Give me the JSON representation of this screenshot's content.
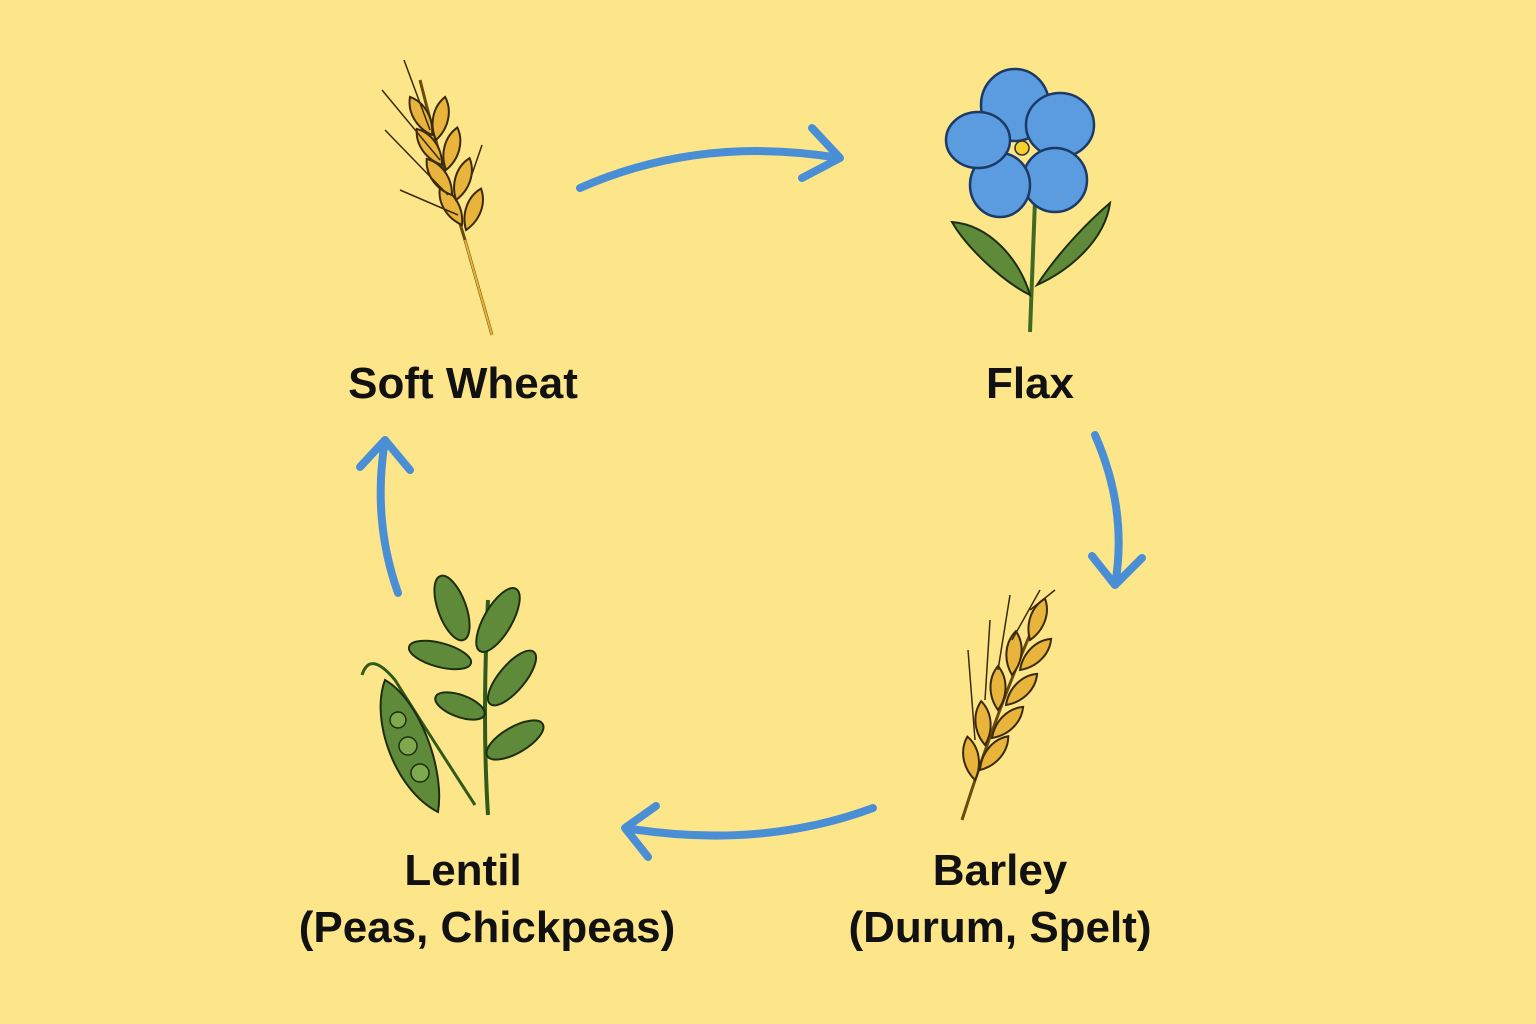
{
  "title": "Crop Rotation Cycle",
  "colors": {
    "background": "#FDE68A",
    "arrow": "#4A8FD6",
    "grain": "#E8B43C",
    "leaf": "#5E8A3A",
    "flower": "#5B9BE0"
  },
  "stages": [
    {
      "name": "Soft Wheat",
      "icon": "wheat-icon"
    },
    {
      "name": "Flax",
      "icon": "flax-flower-icon"
    },
    {
      "name": "Barley",
      "subtitle": "(Durum, Spelt)",
      "icon": "barley-icon"
    },
    {
      "name": "Lentil",
      "subtitle": "(Peas, Chickpeas)",
      "icon": "lentil-pea-plant-icon"
    }
  ]
}
